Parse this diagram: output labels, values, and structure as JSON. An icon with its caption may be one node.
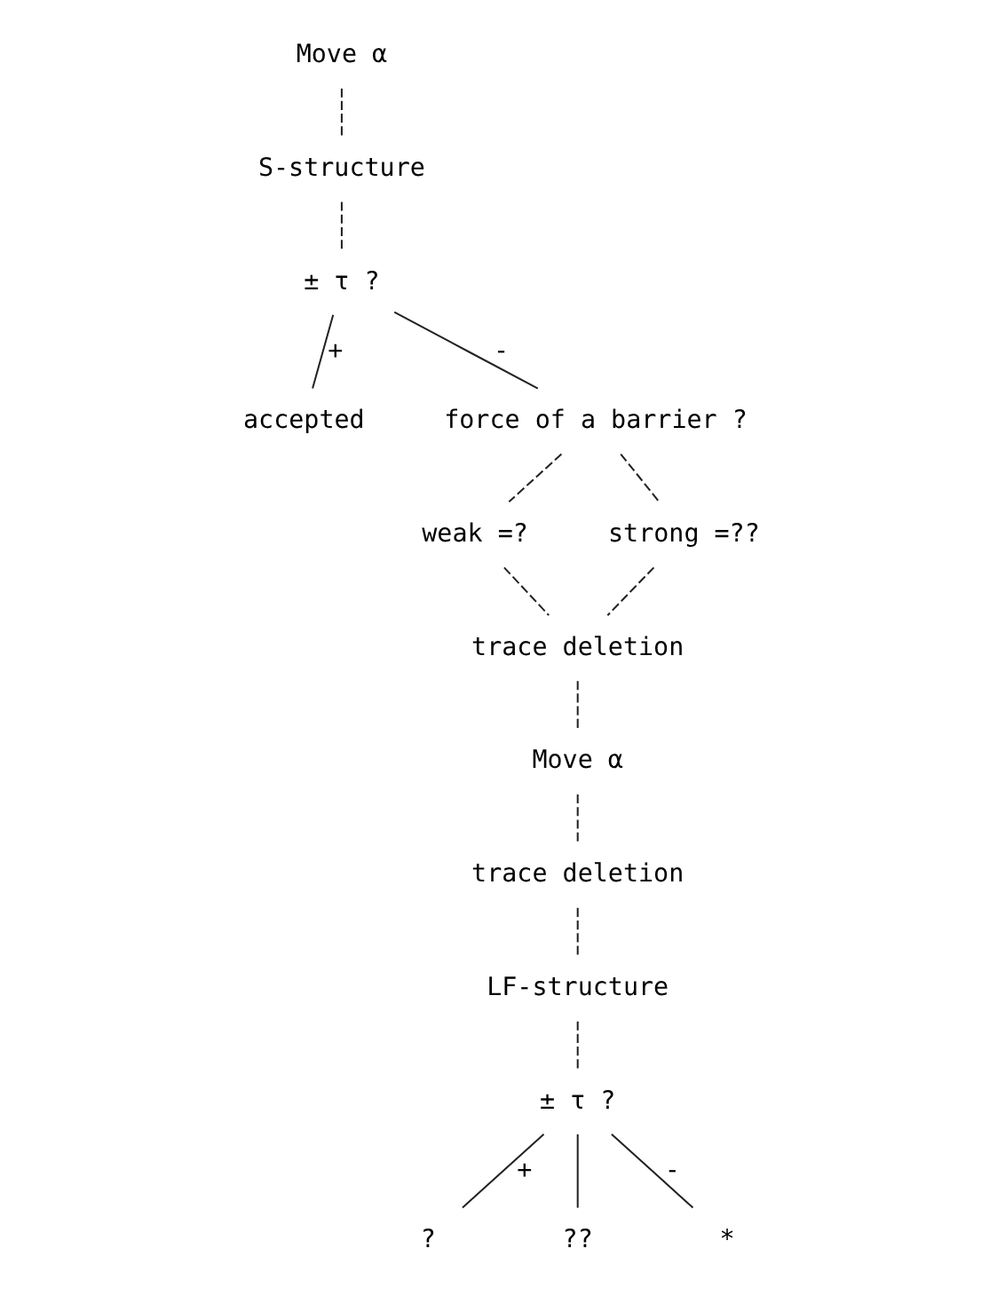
{
  "diagram": {
    "nodes": [
      {
        "text": [
          "Move α"
        ]
      },
      {
        "text": [
          "S-structure"
        ]
      },
      {
        "text": [
          "± τ ?"
        ]
      },
      {
        "text": [
          "accepted"
        ]
      },
      {
        "text": [
          "force of a barrier ?"
        ]
      },
      {
        "text": [
          "weak =?"
        ]
      },
      {
        "text": [
          "strong =??"
        ]
      },
      {
        "text": [
          "trace deletion"
        ]
      },
      {
        "text": [
          "Move α"
        ]
      },
      {
        "text": [
          "trace deletion"
        ]
      },
      {
        "text": [
          "LF-structure"
        ]
      },
      {
        "text": [
          "± τ ?"
        ]
      },
      {
        "text": [
          "?"
        ]
      },
      {
        "text": [
          "??"
        ]
      },
      {
        "text": [
          "*"
        ]
      }
    ],
    "edges": [
      {
        "from": 0,
        "to": 1,
        "arrow": "none",
        "style": "dashed"
      },
      {
        "from": 1,
        "to": 2,
        "arrow": "none",
        "style": "dashed"
      },
      {
        "from": 2,
        "to": 3,
        "arrow": "none",
        "label": "+"
      },
      {
        "from": 2,
        "to": 4,
        "arrow": "none",
        "label": "-"
      },
      {
        "from": 4,
        "to": 5,
        "arrow": "none",
        "style": "dashed"
      },
      {
        "from": 4,
        "to": 6,
        "arrow": "none",
        "style": "dashed"
      },
      {
        "from": 5,
        "to": 7,
        "arrow": "none",
        "style": "dashed"
      },
      {
        "from": 6,
        "to": 7,
        "arrow": "none",
        "style": "dashed"
      },
      {
        "from": 7,
        "to": 8,
        "arrow": "none",
        "style": "dashed"
      },
      {
        "from": 8,
        "to": 9,
        "arrow": "none",
        "style": "dashed"
      },
      {
        "from": 9,
        "to": 10,
        "arrow": "none",
        "style": "dashed"
      },
      {
        "from": 10,
        "to": 11,
        "arrow": "none",
        "style": "dashed"
      },
      {
        "from": 11,
        "to": 12,
        "arrow": "none",
        "label": "+"
      },
      {
        "from": 11,
        "to": 13,
        "arrow": "none"
      },
      {
        "from": 11,
        "to": 14,
        "arrow": "none",
        "label": "-"
      }
    ]
  }
}
